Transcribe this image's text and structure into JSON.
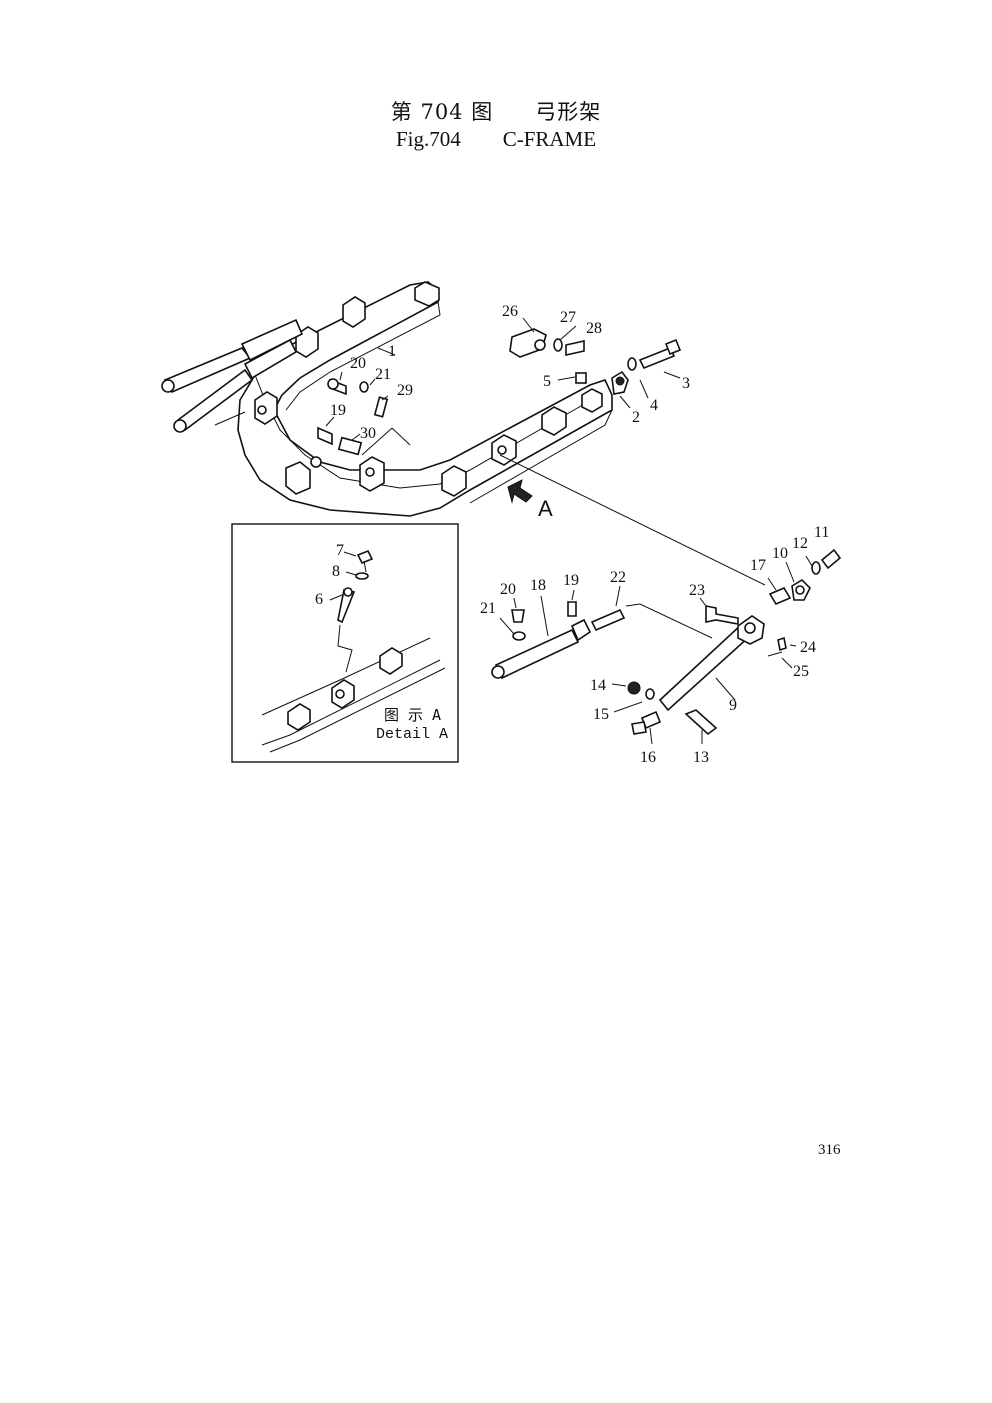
{
  "title": {
    "cn_fig": "第 704 图",
    "cn_name": "弓形架",
    "en_fig": "Fig.704",
    "en_name": "C-FRAME"
  },
  "arrow_label": "A",
  "detail": {
    "cn": "图 示 A",
    "en": "Detail A"
  },
  "callouts": {
    "c1": "1",
    "c2": "2",
    "c3": "3",
    "c4": "4",
    "c5": "5",
    "c6": "6",
    "c7": "7",
    "c8": "8",
    "c9": "9",
    "c10": "10",
    "c11": "11",
    "c12": "12",
    "c13": "13",
    "c14": "14",
    "c15": "15",
    "c16": "16",
    "c17": "17",
    "c18": "18",
    "c19a": "19",
    "c19b": "19",
    "c20a": "20",
    "c20b": "20",
    "c21a": "21",
    "c21b": "21",
    "c22": "22",
    "c23": "23",
    "c24": "24",
    "c25": "25",
    "c26": "26",
    "c27": "27",
    "c28": "28",
    "c29": "29",
    "c30": "30"
  },
  "page_number": "316"
}
